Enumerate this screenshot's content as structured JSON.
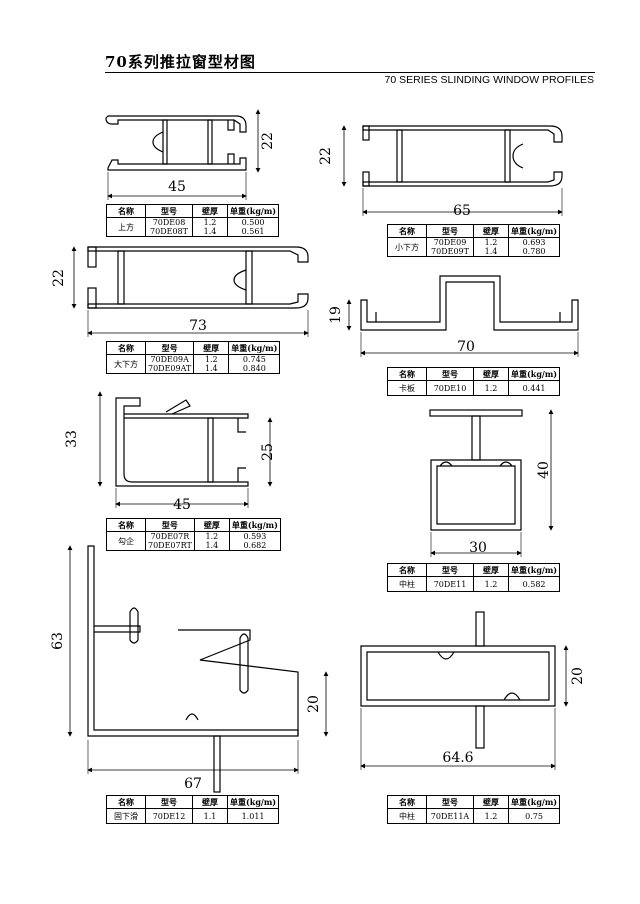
{
  "header": {
    "title_cn": "70系列推拉窗型材图",
    "title_en": "70 SERIES SLINDING WINDOW PROFILES"
  },
  "columns": [
    "名称",
    "型号",
    "壁厚",
    "单重(kg/m)"
  ],
  "dimensions": {
    "p1_w": "45",
    "p1_h": "22",
    "p2_w": "65",
    "p2_h": "22",
    "p3_w": "73",
    "p3_h": "22",
    "p4_w": "70",
    "p4_h": "19",
    "p5_w": "45",
    "p5_h1": "33",
    "p5_h2": "25",
    "p6_w": "30",
    "p6_h": "40",
    "p7_w": "67",
    "p7_h1": "63",
    "p7_h2": "20",
    "p8_w": "64.6",
    "p8_h": "20"
  },
  "profiles": [
    {
      "name": "上方",
      "models": [
        "70DE08",
        "70DE08T"
      ],
      "thickness": [
        "1.2",
        "1.4"
      ],
      "weight": [
        "0.500",
        "0.561"
      ]
    },
    {
      "name": "小下方",
      "models": [
        "70DE09",
        "70DE09T"
      ],
      "thickness": [
        "1.2",
        "1.4"
      ],
      "weight": [
        "0.693",
        "0.780"
      ]
    },
    {
      "name": "大下方",
      "models": [
        "70DE09A",
        "70DE09AT"
      ],
      "thickness": [
        "1.2",
        "1.4"
      ],
      "weight": [
        "0.745",
        "0.840"
      ]
    },
    {
      "name": "卡板",
      "models": [
        "70DE10"
      ],
      "thickness": [
        "1.2"
      ],
      "weight": [
        "0.441"
      ]
    },
    {
      "name": "勾企",
      "models": [
        "70DE07R",
        "70DE07RT"
      ],
      "thickness": [
        "1.2",
        "1.4"
      ],
      "weight": [
        "0.593",
        "0.682"
      ]
    },
    {
      "name": "中柱",
      "models": [
        "70DE11"
      ],
      "thickness": [
        "1.2"
      ],
      "weight": [
        "0.582"
      ]
    },
    {
      "name": "固下滑",
      "models": [
        "70DE12"
      ],
      "thickness": [
        "1.1"
      ],
      "weight": [
        "1.011"
      ]
    },
    {
      "name": "中柱",
      "models": [
        "70DE11A"
      ],
      "thickness": [
        "1.2"
      ],
      "weight": [
        "0.75"
      ]
    }
  ]
}
